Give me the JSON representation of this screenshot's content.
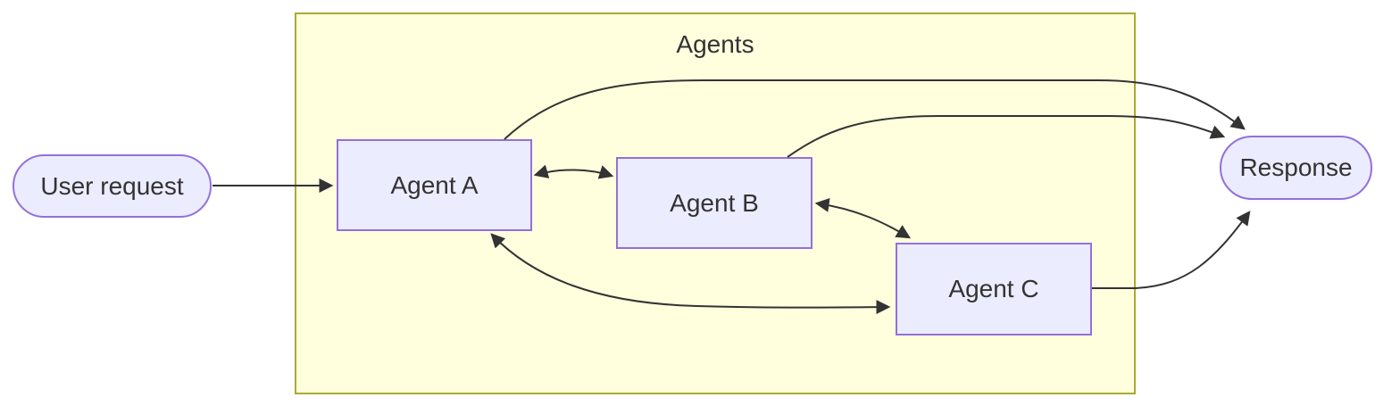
{
  "diagram": {
    "type": "flowchart",
    "direction": "left-to-right",
    "cluster": {
      "label": "Agents",
      "members": [
        "Agent A",
        "Agent B",
        "Agent C"
      ]
    },
    "nodes": [
      {
        "id": "user-request",
        "label": "User request",
        "shape": "stadium",
        "inside_cluster": false
      },
      {
        "id": "agent-a",
        "label": "Agent A",
        "shape": "rectangle",
        "inside_cluster": true
      },
      {
        "id": "agent-b",
        "label": "Agent B",
        "shape": "rectangle",
        "inside_cluster": true
      },
      {
        "id": "agent-c",
        "label": "Agent C",
        "shape": "rectangle",
        "inside_cluster": true
      },
      {
        "id": "response",
        "label": "Response",
        "shape": "stadium",
        "inside_cluster": false
      }
    ],
    "connections": [
      {
        "from": "User request",
        "to": "Agent A",
        "bidirectional": false
      },
      {
        "from": "Agent A",
        "to": "Agent B",
        "bidirectional": true
      },
      {
        "from": "Agent B",
        "to": "Agent C",
        "bidirectional": true
      },
      {
        "from": "Agent A",
        "to": "Agent C",
        "bidirectional": true
      },
      {
        "from": "Agent A",
        "to": "Response",
        "bidirectional": false
      },
      {
        "from": "Agent B",
        "to": "Response",
        "bidirectional": false
      },
      {
        "from": "Agent C",
        "to": "Response",
        "bidirectional": false
      }
    ],
    "colors": {
      "background": "#FFFFFF",
      "node_fill": "#ECECFF",
      "node_border": "#9370DB",
      "cluster_fill": "#FFFFDE",
      "cluster_border": "#AAAA33",
      "edge": "#333333",
      "text": "#333333"
    }
  }
}
